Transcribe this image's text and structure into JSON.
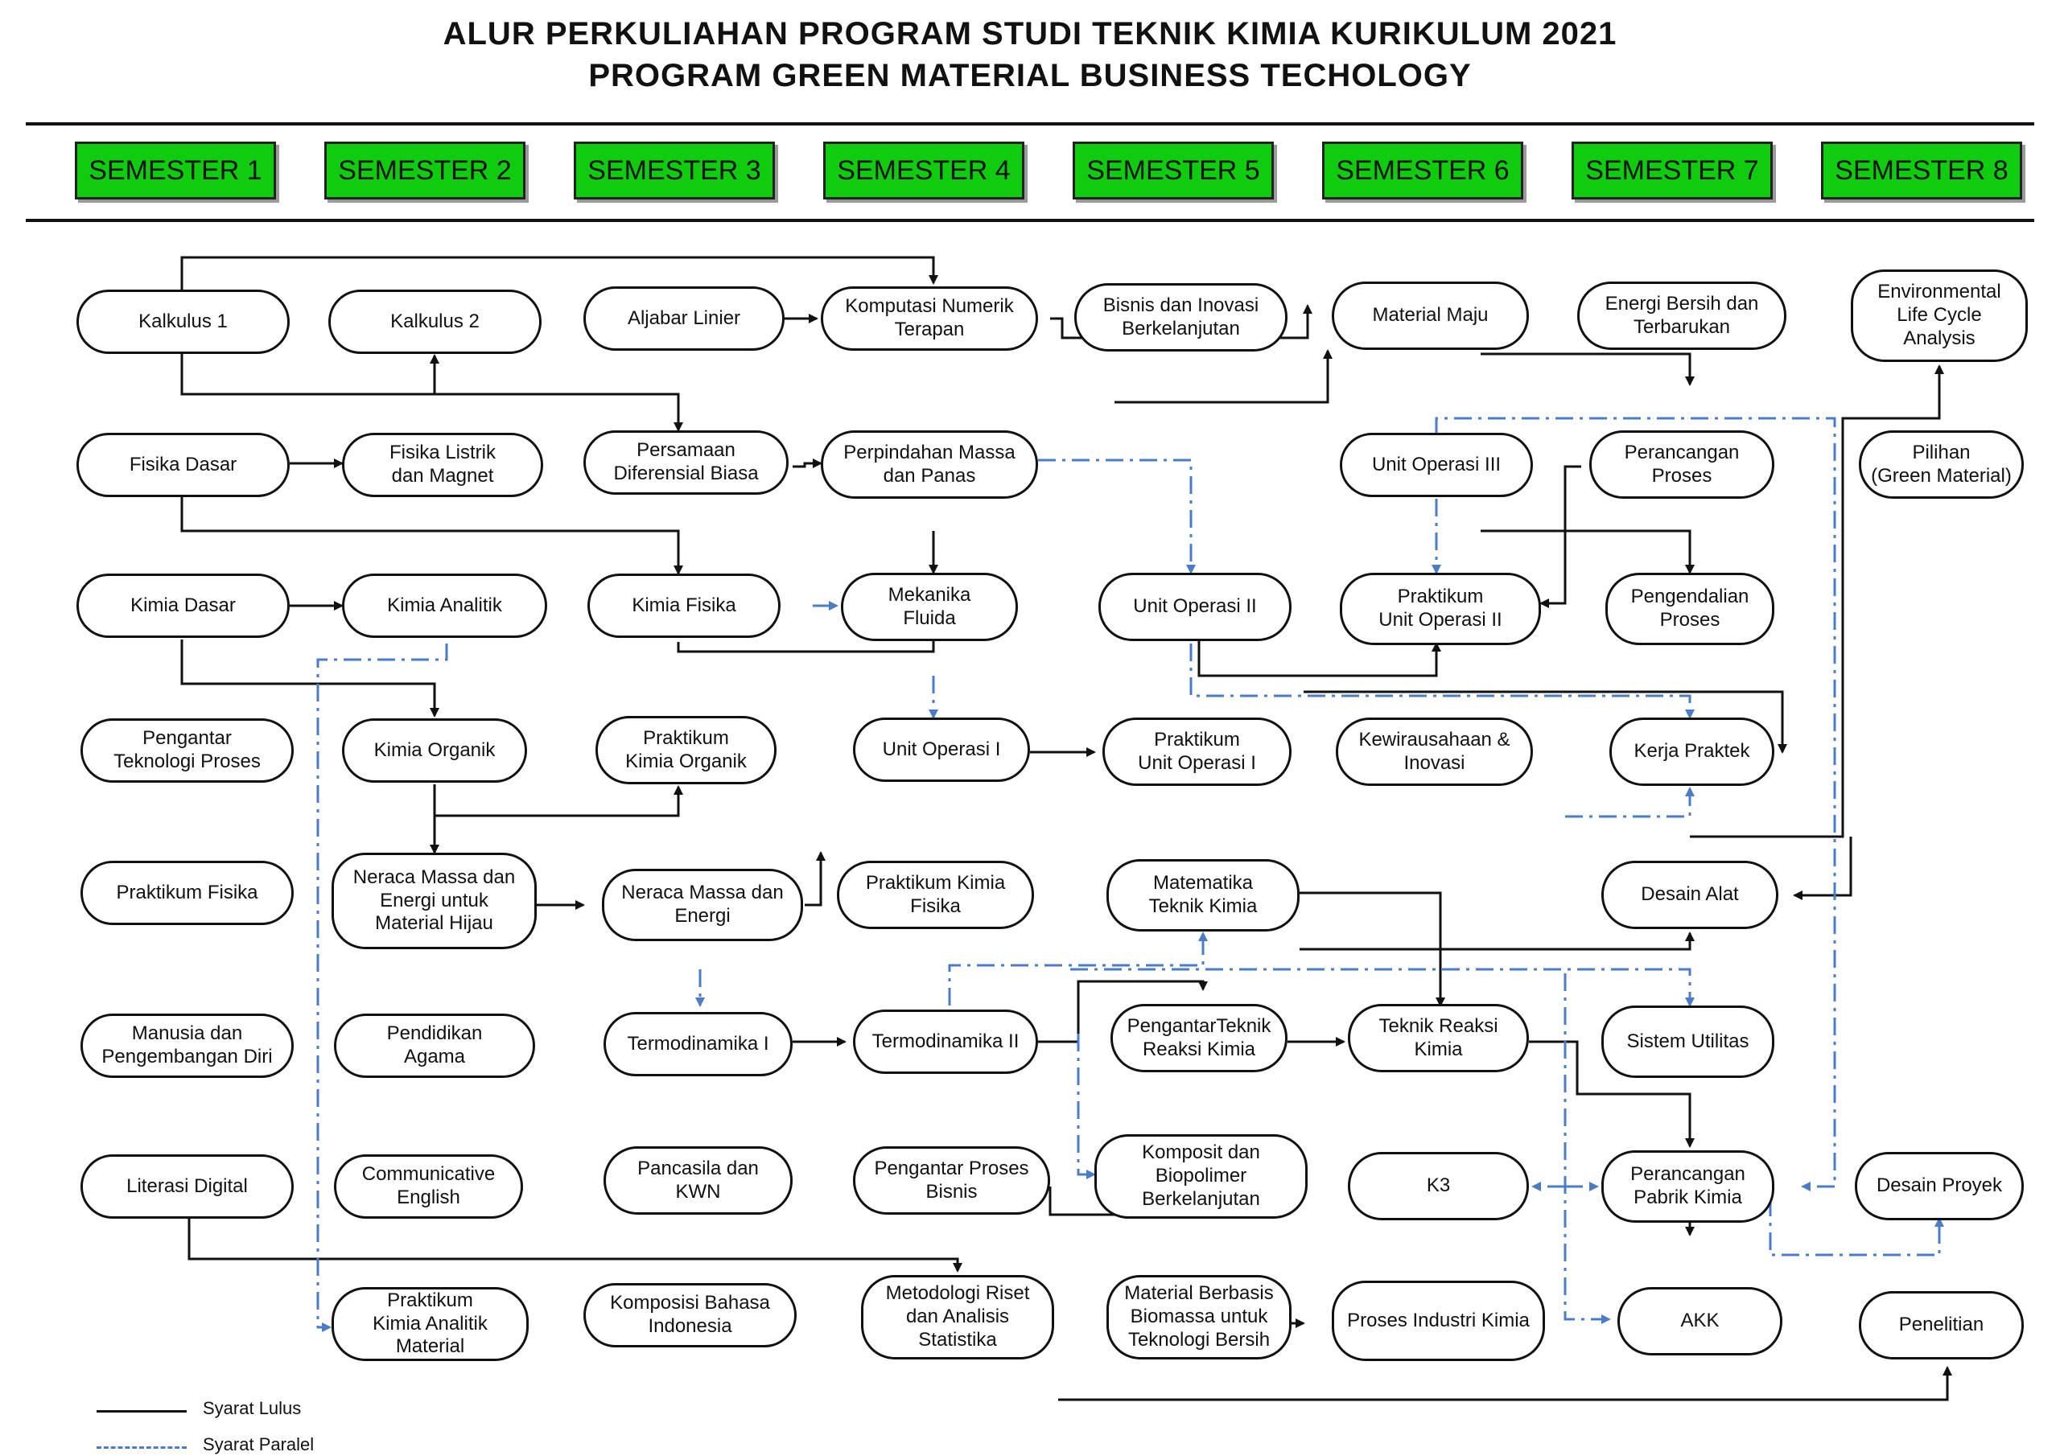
{
  "title": {
    "line1": "ALUR PERKULIAHAN PROGRAM STUDI TEKNIK KIMIA KURIKULUM 2021",
    "line2": "PROGRAM GREEN MATERIAL BUSINESS TECHOLOGY"
  },
  "semesters": [
    "SEMESTER 1",
    "SEMESTER 2",
    "SEMESTER 3",
    "SEMESTER 4",
    "SEMESTER 5",
    "SEMESTER 6",
    "SEMESTER 7",
    "SEMESTER 8"
  ],
  "courses": {
    "s1": [
      "Kalkulus 1",
      "Fisika Dasar",
      "Kimia Dasar",
      "Pengantar\nTeknologi Proses",
      "Praktikum Fisika",
      "Manusia dan\nPengembangan Diri",
      "Literasi Digital"
    ],
    "s2": [
      "Kalkulus 2",
      "Fisika Listrik\ndan Magnet",
      "Kimia Analitik",
      "Kimia Organik",
      "Neraca Massa dan\nEnergi untuk\nMaterial Hijau",
      "Pendidikan\nAgama",
      "Communicative\nEnglish",
      "Praktikum\nKimia Analitik\nMaterial"
    ],
    "s3": [
      "Aljabar Linier",
      "Persamaan\nDiferensial Biasa",
      "Kimia Fisika",
      "Praktikum\nKimia Organik",
      "Neraca Massa dan\nEnergi",
      "Termodinamika I",
      "Pancasila dan\nKWN",
      "Komposisi Bahasa\nIndonesia"
    ],
    "s4": [
      "Komputasi Numerik\nTerapan",
      "Perpindahan Massa\ndan Panas",
      "Mekanika\nFluida",
      "Unit Operasi I",
      "Praktikum Kimia\nFisika",
      "Termodinamika II",
      "Pengantar Proses\nBisnis",
      "Metodologi Riset\ndan Analisis\nStatistika"
    ],
    "s5": [
      "Bisnis dan Inovasi\nBerkelanjutan",
      "Unit Operasi II",
      "Praktikum\nUnit Operasi I",
      "Matematika\nTeknik Kimia",
      "PengantarTeknik\nReaksi Kimia",
      "Komposit dan\nBiopolimer\nBerkelanjutan",
      "Material Berbasis\nBiomassa untuk\nTeknologi Bersih"
    ],
    "s6": [
      "Material Maju",
      "Unit Operasi III",
      "Praktikum\nUnit Operasi II",
      "Kewirausahaan &\nInovasi",
      "Teknik Reaksi\nKimia",
      "K3",
      "Proses Industri Kimia"
    ],
    "s7": [
      "Energi Bersih dan\nTerbarukan",
      "Perancangan\nProses",
      "Pengendalian\nProses",
      "Kerja Praktek",
      "Desain Alat",
      "Sistem Utilitas",
      "Perancangan\nPabrik Kimia",
      "AKK"
    ],
    "s8": [
      "Environmental\nLife Cycle\nAnalysis",
      "Pilihan\n(Green Material)",
      "Desain Proyek",
      "Penelitian"
    ]
  },
  "legend": {
    "solid_label": "Syarat Lulus",
    "dashed_label": "Syarat Paralel",
    "solid_color": "#111111",
    "dashed_color": "#4a7cc7"
  }
}
